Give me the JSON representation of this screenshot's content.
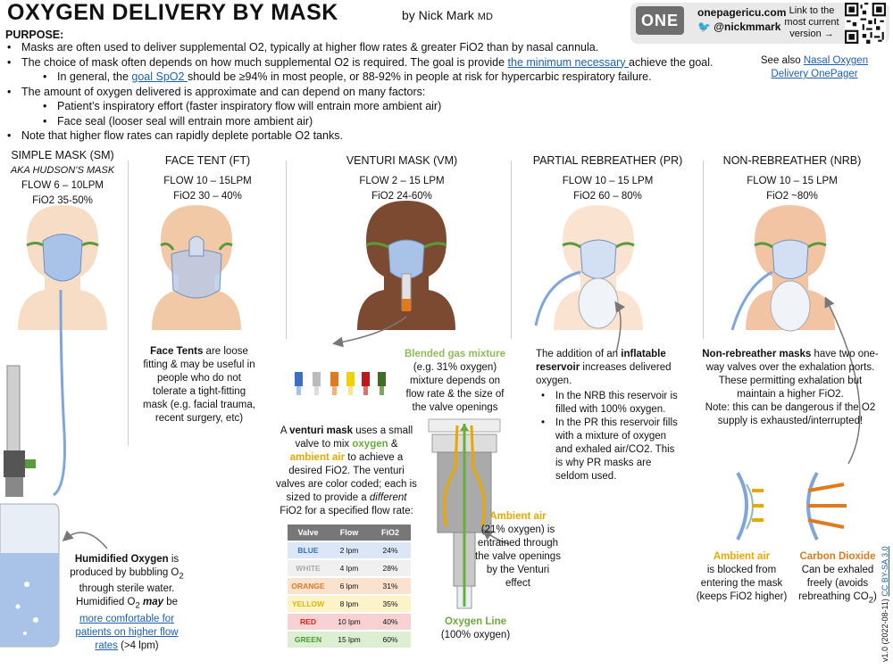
{
  "header": {
    "title": "OXYGEN DELIVERY BY MASK",
    "author": "by Nick Mark",
    "author_suffix": "MD",
    "logo_text": "ONE",
    "site": "onepagericu.com",
    "twitter": "@nickmmark",
    "link_current": "Link to the most current version →"
  },
  "purpose": {
    "heading": "PURPOSE:",
    "b1": "Masks are often used to deliver supplemental O2, typically at higher flow rates & greater FiO2 than by nasal cannula.",
    "b2_pre": "The choice of mask often depends on how much supplemental O2 is required. The goal is provide ",
    "b2_link": "the minimum necessary ",
    "b2_post": "achieve the goal.",
    "b2a_pre": "In general, the ",
    "b2a_link": "goal SpO2 ",
    "b2a_post": "should be ≥94% in most people, or 88-92% in people at risk for hypercarbic respiratory failure.",
    "b3": "The amount of oxygen delivered is approximate and can depend on many factors:",
    "b3a": "Patient’s inspiratory effort (faster inspiratory flow will entrain more ambient air)",
    "b3b": "Face seal (looser seal will entrain more ambient air)",
    "b4": "Note that higher flow rates can rapidly deplete portable O2 tanks.",
    "see_also": "See also",
    "see_also_link": "Nasal Oxygen Delivery OnePager"
  },
  "columns": {
    "sm": {
      "name": "SIMPLE MASK (SM)",
      "aka": "AKA HUDSON’S MASK",
      "flow": "FLOW 6 – 10LPM",
      "fio2": "FiO2 35-50%"
    },
    "ft": {
      "name": "FACE TENT (FT)",
      "flow": "FLOW 10 – 15LPM",
      "fio2": "FiO2 30 – 40%"
    },
    "vm": {
      "name": "VENTURI MASK (VM)",
      "flow": "FLOW 2 – 15 LPM",
      "fio2": "FiO2 24-60%"
    },
    "pr": {
      "name": "PARTIAL REBREATHER (PR)",
      "flow": "FLOW 10 – 15 LPM",
      "fio2": "FiO2 60 – 80%"
    },
    "nrb": {
      "name": "NON-REBREATHER (NRB)",
      "flow": "FLOW 10 – 15 LPM",
      "fio2": "FiO2 ~80%"
    }
  },
  "face_tent_text": {
    "bold": "Face Tents",
    "rest": " are loose fitting & may be useful in people who do not tolerate a tight-fitting mask (e.g. facial trauma, recent surgery, etc)"
  },
  "humidified": {
    "bold": "Humidified Oxygen",
    "l1": " is produced by bubbling O",
    "l1_sub": "2",
    "l2": " through sterile water. Humidified O",
    "l2_sub": "2",
    "l2_may": " may",
    "l2_post": " be",
    "link": "more comfortable for patients on higher flow rates",
    "post": " (>4 lpm)"
  },
  "venturi_text": {
    "p1": "A ",
    "bold": "venturi mask",
    "p2": " uses a small valve to mix ",
    "oxygen": "oxygen",
    "amp": " & ",
    "ambient": "ambient air",
    "p3": " to achieve a desired FiO2. The venturi valves are color coded; each is sized to provide a ",
    "different": "different",
    "p4": " FiO2 for a specified flow rate:"
  },
  "blended": {
    "title": "Blended gas mixture",
    "text": "(e.g. 31% oxygen) mixture depends on flow rate & the size of the valve openings"
  },
  "ambient_venturi": {
    "title": "Ambient air",
    "text": "(21% oxygen) is entrained through the valve openings by the Venturi effect"
  },
  "oxygen_line": {
    "title": "Oxygen Line",
    "text": "(100% oxygen)"
  },
  "valve_table": {
    "headers": [
      "Valve",
      "Flow",
      "FiO2"
    ],
    "rows": [
      {
        "valve": "BLUE",
        "flow": "2 lpm",
        "fio2": "24%",
        "bg": "#dbe6f6",
        "fg": "#3a6fc4"
      },
      {
        "valve": "WHITE",
        "flow": "4 lpm",
        "fio2": "28%",
        "bg": "#f0f0f0",
        "fg": "#aaaaaa"
      },
      {
        "valve": "ORANGE",
        "flow": "6 lpm",
        "fio2": "31%",
        "bg": "#fbe2cf",
        "fg": "#e07a1f"
      },
      {
        "valve": "YELLOW",
        "flow": "8 lpm",
        "fio2": "35%",
        "bg": "#fdf3c8",
        "fg": "#d9b800"
      },
      {
        "valve": "RED",
        "flow": "10 lpm",
        "fio2": "40%",
        "bg": "#f8d2d2",
        "fg": "#d62020"
      },
      {
        "valve": "GREEN",
        "flow": "15 lpm",
        "fio2": "60%",
        "bg": "#dcefd3",
        "fg": "#4a9a2e"
      }
    ]
  },
  "pr_text": {
    "p1": "The addition of an ",
    "bold": "inflatable reservoir",
    "p2": " increases delivered oxygen.",
    "li1": "In the NRB this reservoir is filled with 100% oxygen.",
    "li2": "In the PR this reservoir fills with a mixture of oxygen and exhaled air/CO2. This is why PR masks are seldom used."
  },
  "nrb_text": {
    "bold": "Non-rebreather masks",
    "p1": " have two one-way valves over the exhalation ports. These permitting exhalation but maintain a higher FiO2.",
    "p2": "Note: this can be dangerous if the O2 supply is exhausted/interrupted!"
  },
  "valve_ambient": {
    "title": "Ambient air",
    "text": "is blocked from entering the mask (keeps FiO2 higher)"
  },
  "valve_co2": {
    "title": "Carbon Dioxide",
    "text1": "Can be exhaled freely (avoids rebreathing CO",
    "sub": "2",
    "text2": ")"
  },
  "version": "v1.0 (2022-08-11)",
  "license": "CC BY-SA 3.0",
  "colors": {
    "oxygen": "#6aad3a",
    "ambient": "#e8a800",
    "co2": "#e07a1f",
    "link": "#1a5fb4",
    "tube": "#7fa6dc"
  }
}
